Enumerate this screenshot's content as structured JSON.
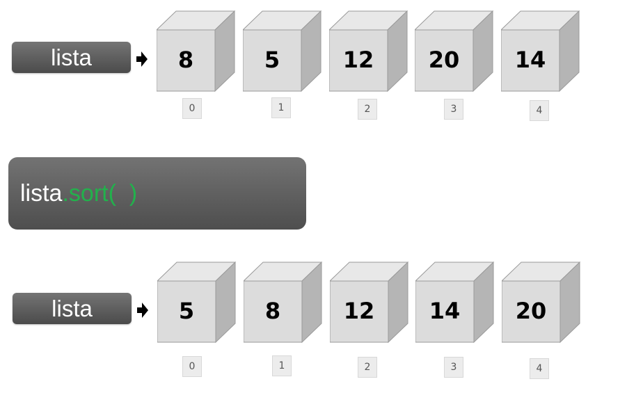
{
  "top_row": {
    "label": "lista",
    "values": [
      "8",
      "5",
      "12",
      "20",
      "14"
    ],
    "indices": [
      "0",
      "1",
      "2",
      "3",
      "4"
    ]
  },
  "code": {
    "object": "lista",
    "dot": ".",
    "method": "sort(  )"
  },
  "bottom_row": {
    "label": "lista",
    "values": [
      "5",
      "8",
      "12",
      "14",
      "20"
    ],
    "indices": [
      "0",
      "1",
      "2",
      "3",
      "4"
    ]
  },
  "colors": {
    "method_green": "#22b14c",
    "pill_gray": "#5e5e5e",
    "cube_front": "#dcdcdc",
    "cube_side": "#b5b5b5",
    "cube_top": "#e8e8e8"
  },
  "icons": {
    "arrow": "right-arrow-icon"
  }
}
